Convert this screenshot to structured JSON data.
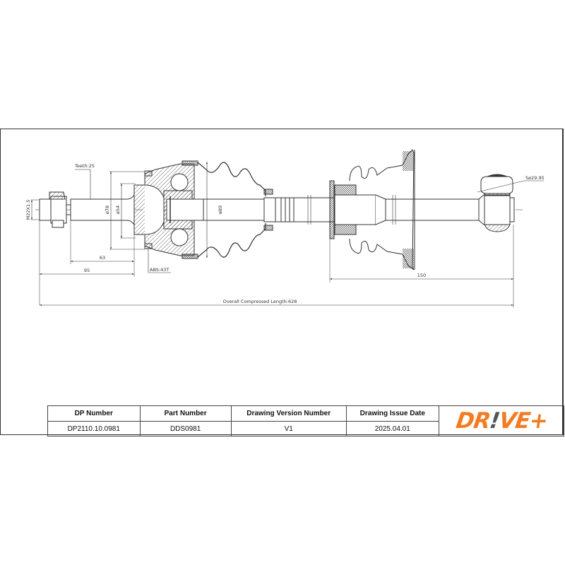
{
  "drawing": {
    "annotations": {
      "teeth": "Teeth:25",
      "thread": "M22X1.5",
      "dia_78": "ø78",
      "dia_54": "ø54",
      "dia_89": "ø89",
      "dim_63": "63",
      "dim_95": "95",
      "abs": "ABS:43T",
      "dim_150": "150",
      "sphere": "Sø29.95",
      "overall_length": "Overall  Compressed  Length:628"
    }
  },
  "title_block": {
    "headers": [
      "DP Number",
      "Part Number",
      "Drawing Version Number",
      "Drawing Issue Date"
    ],
    "values": [
      "DP2110.10.0981",
      "DDS0981",
      "V1",
      "2025.04.01"
    ]
  },
  "logo": {
    "text_part1": "DR",
    "text_bang": "!",
    "text_part2": "VE+",
    "colors": {
      "orange": "#F47B20",
      "gray": "#555555"
    }
  }
}
